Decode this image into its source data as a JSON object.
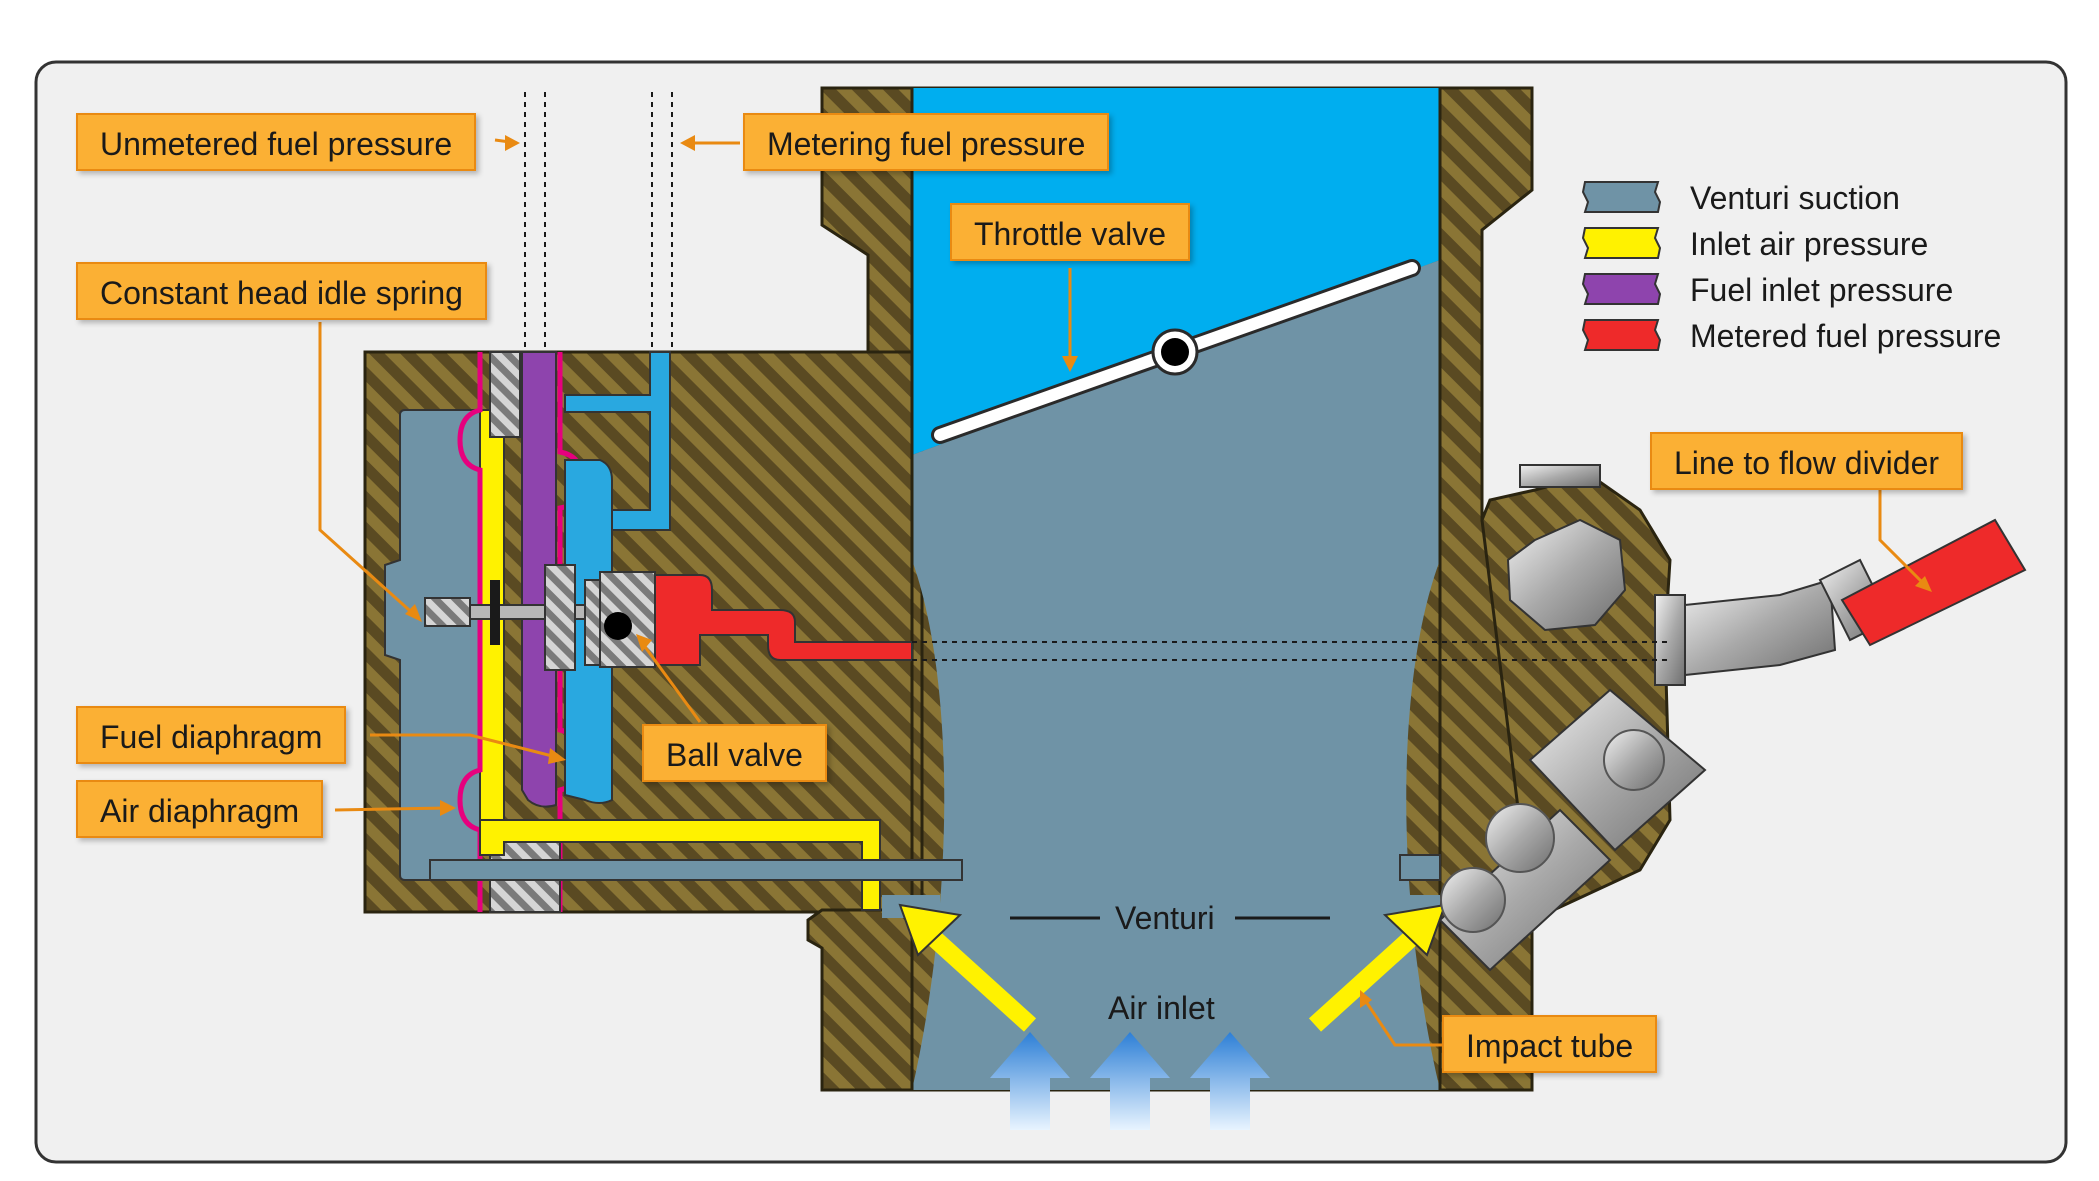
{
  "callouts": {
    "unmetered": "Unmetered fuel pressure",
    "metering": "Metering fuel pressure",
    "throttle": "Throttle valve",
    "idle_spring": "Constant head idle spring",
    "fuel_diaphragm": "Fuel diaphragm",
    "air_diaphragm": "Air diaphragm",
    "ball_valve": "Ball valve",
    "line_to_flow_divider": "Line to flow divider",
    "impact_tube": "Impact tube"
  },
  "labels": {
    "venturi": "Venturi",
    "air_inlet": "Air inlet"
  },
  "legend": [
    {
      "label": "Venturi suction",
      "color": "#6f93a6"
    },
    {
      "label": "Inlet air pressure",
      "color": "#fff200"
    },
    {
      "label": "Fuel inlet pressure",
      "color": "#8e44ad"
    },
    {
      "label": "Metered fuel pressure",
      "color": "#ee2a2a"
    }
  ],
  "colors": {
    "housing": "#6b5a2a",
    "venturi_suction": "#6f93a6",
    "inlet_air": "#fff200",
    "fuel_inlet": "#8e44ad",
    "metered_fuel": "#ee2a2a",
    "metering_fuel": "#29a8e0",
    "diaphragm": "#e6007e",
    "callout_fill": "#fbb034",
    "callout_border": "#e98a12"
  }
}
